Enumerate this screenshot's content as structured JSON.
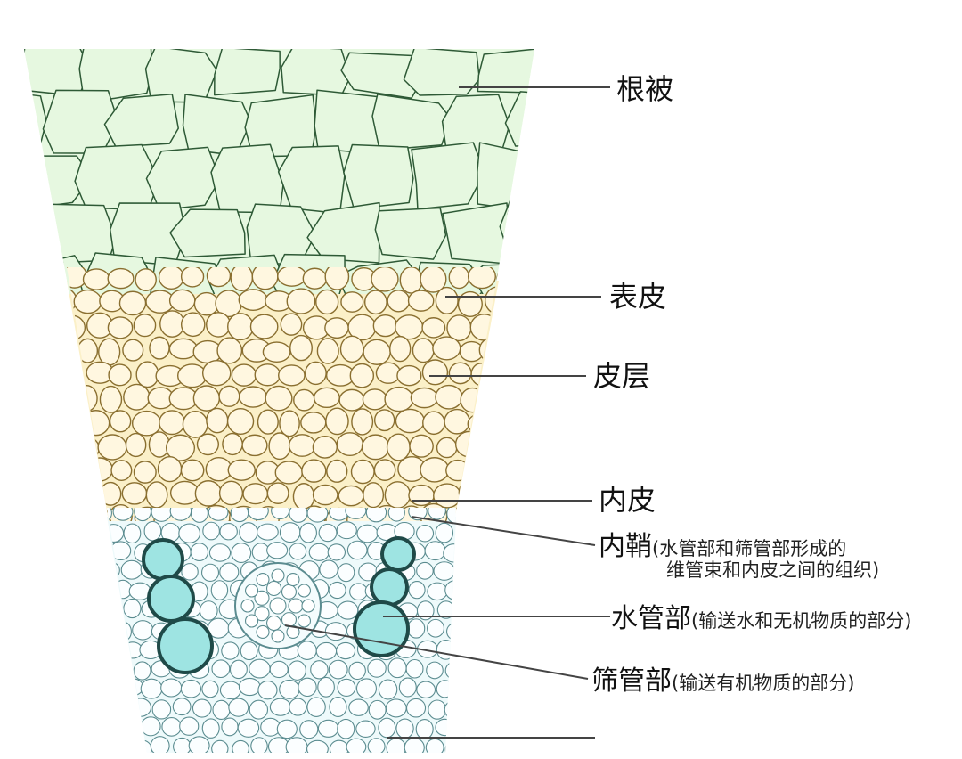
{
  "labels": {
    "root_hair": "根被",
    "epidermis": "表皮",
    "cortex": "皮层",
    "endodermis": "内皮",
    "pericycle": "内鞘",
    "pericycle_note_line1": "(水管部和筛管部形成的",
    "pericycle_note_line2": "维管束和内皮之间的组织)",
    "xylem": "水管部",
    "xylem_note": "(输送水和无机物质的部分)",
    "phloem": "筛管部",
    "phloem_note": "(输送有机物质的部分)"
  },
  "colors": {
    "root_hair_fill": "#e6f8e0",
    "root_hair_stroke": "#2e5a36",
    "cortex_fill": "#fbf0c8",
    "cortex_cell": "#fff7e0",
    "cortex_stroke": "#8a6f30",
    "stele_fill": "#eefafb",
    "stele_stroke": "#5b8c90",
    "xylem_fill": "#9ee4e2",
    "xylem_stroke": "#1f4a48",
    "leader": "#444444"
  }
}
